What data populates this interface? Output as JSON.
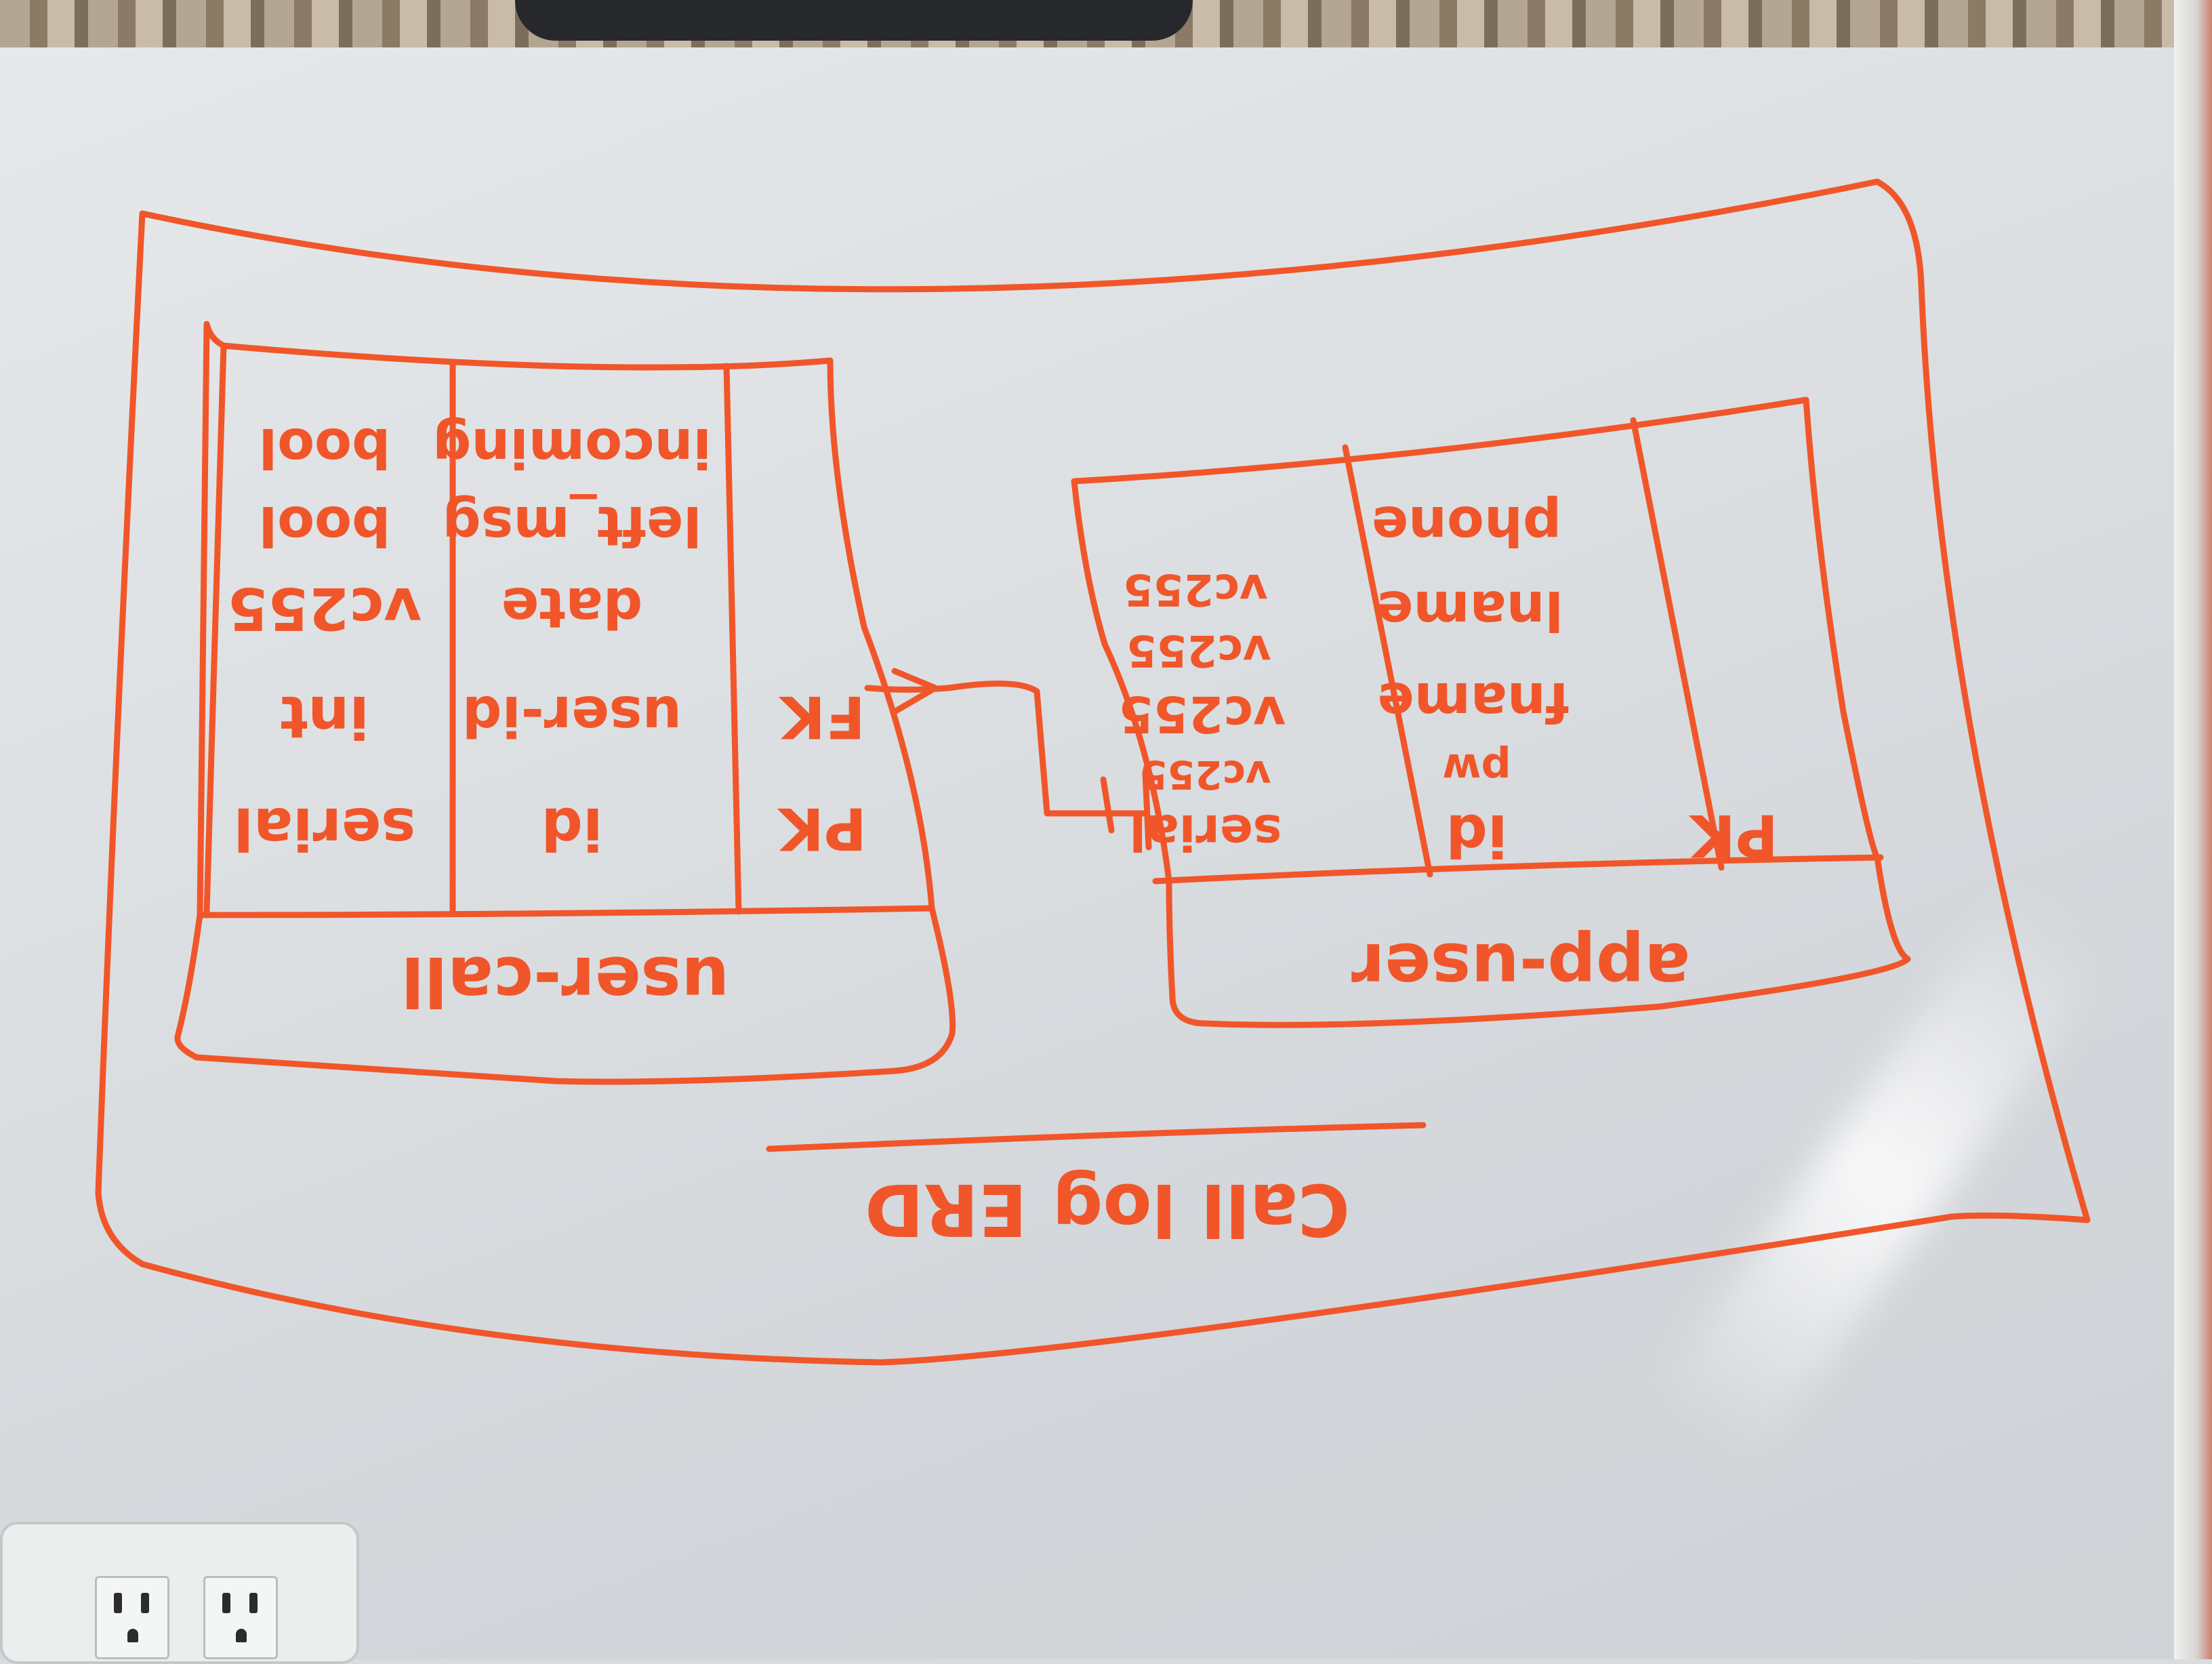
{
  "title": "Call log ERD",
  "colors": {
    "marker": "#f0562a",
    "board": "#dcdfe2"
  },
  "entities": [
    {
      "name": "user-call",
      "rows": [
        {
          "key": "PK",
          "field": "id",
          "type": "serial"
        },
        {
          "key": "FK",
          "field": "user-id",
          "type": "int"
        },
        {
          "key": "",
          "field": "date",
          "type": "vc255"
        },
        {
          "key": "",
          "field": "left_msg",
          "type": "bool"
        },
        {
          "key": "",
          "field": "incoming",
          "type": "bool"
        }
      ]
    },
    {
      "name": "app-user",
      "rows": [
        {
          "key": "PK",
          "field": "id",
          "type": "serial"
        },
        {
          "key": "",
          "field": "pw",
          "type": "vc255"
        },
        {
          "key": "",
          "field": "fname",
          "type": "vc255"
        },
        {
          "key": "",
          "field": "lname",
          "type": "vc255"
        },
        {
          "key": "",
          "field": "phone",
          "type": "vc255"
        }
      ]
    }
  ]
}
